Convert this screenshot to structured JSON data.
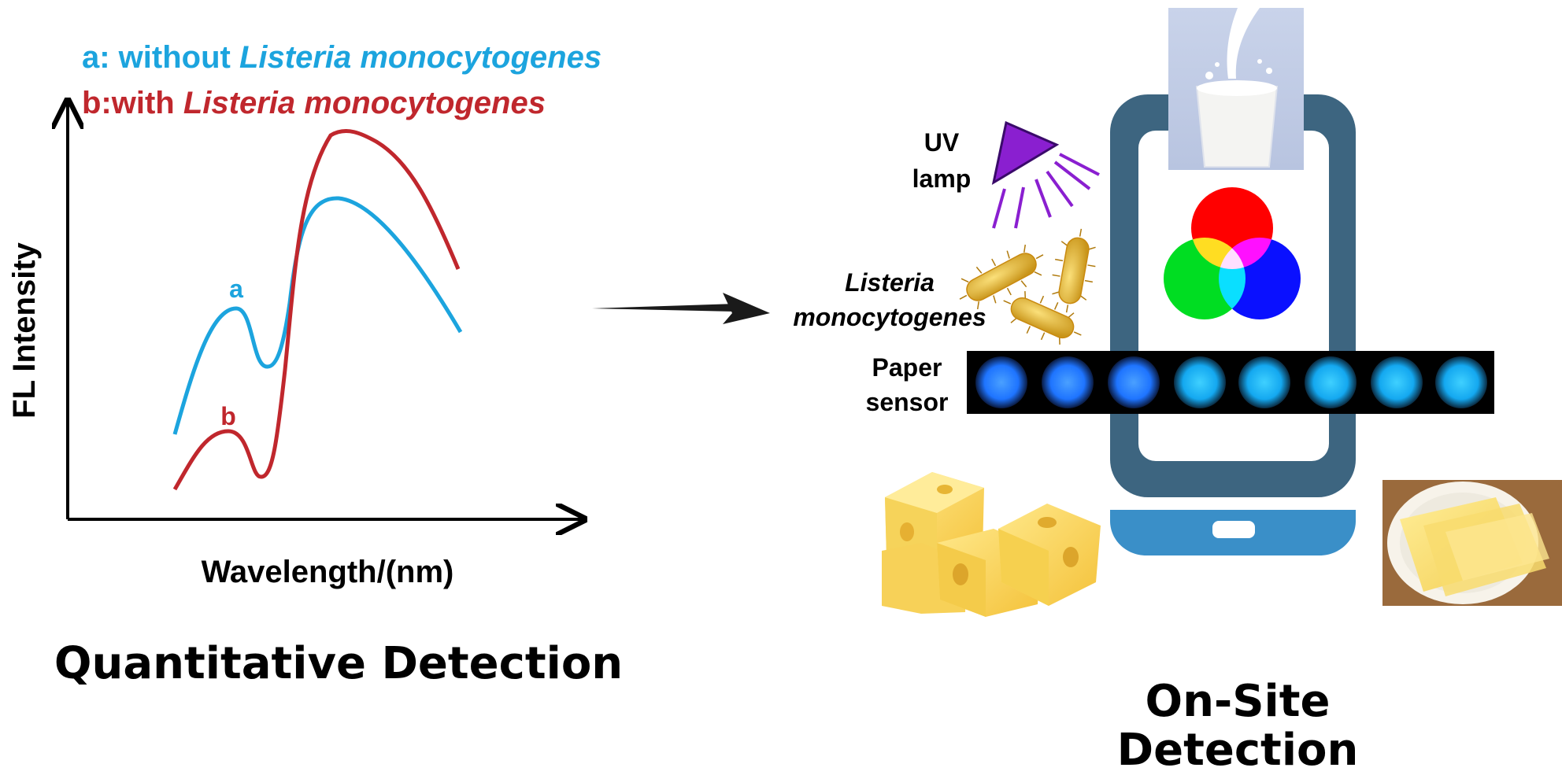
{
  "legend": {
    "a": {
      "prefix": "a: without ",
      "species": "Listeria monocytogenes",
      "color": "#1ca4de"
    },
    "b": {
      "prefix": "b:with ",
      "species": "Listeria monocytogenes",
      "color": "#c0272d"
    }
  },
  "chart": {
    "ylabel": "FL Intensity",
    "xlabel": "Wavelength/(nm)",
    "curve_a_label": "a",
    "curve_b_label": "b"
  },
  "left_caption": "Quantitative Detection",
  "right_caption": {
    "line1": "On-Site",
    "line2": "Detection"
  },
  "labels": {
    "uv_line1": "UV",
    "uv_line2": "lamp",
    "bacteria_line1": "Listeria",
    "bacteria_line2": "monocytogenes",
    "paper_line1": "Paper",
    "paper_line2": "sensor"
  },
  "colors": {
    "phone_body": "#3d6580",
    "phone_bottom": "#3a8fc8",
    "uv_lamp": "#8a1fd0",
    "bacteria": "#e0b52a",
    "rgb_red": "#ff0000",
    "rgb_green": "#00dd22",
    "rgb_blue": "#0a10ff"
  },
  "icons": [
    "milk-glass-icon",
    "uv-lamp-icon",
    "bacteria-icon",
    "rgb-circles-icon",
    "paper-sensor-strip-icon",
    "cheese-cubes-icon",
    "butter-plate-icon",
    "arrow-icon"
  ],
  "chart_data": {
    "type": "line",
    "xlabel": "Wavelength/(nm)",
    "ylabel": "FL Intensity",
    "series": [
      {
        "name": "a: without Listeria monocytogenes",
        "shape": "lower first peak, higher second peak than baseline"
      },
      {
        "name": "b:with Listeria monocytogenes",
        "shape": "lower first peak, higher second peak"
      }
    ],
    "grid": false,
    "legend": "top-left"
  }
}
